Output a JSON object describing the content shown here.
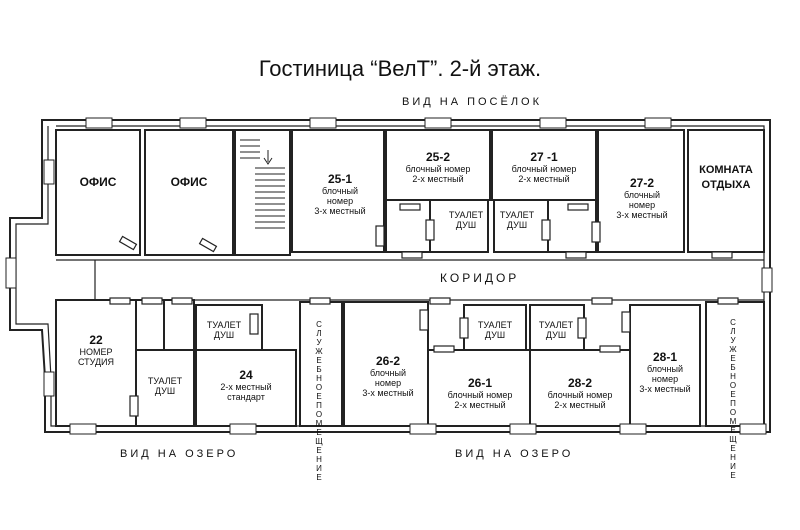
{
  "title": "Гостиница “ВелТ”. 2-й этаж.",
  "view_top": "ВИД НА ПОСЁЛОК",
  "view_bottom_left": "ВИД НА ОЗЕРО",
  "view_bottom_right": "ВИД НА ОЗЕРО",
  "corridor": "КОРИДОР",
  "rooms": {
    "office1": "ОФИС",
    "office2": "ОФИС",
    "r25_1": {
      "num": "25-1",
      "d1": "блочный",
      "d2": "номер",
      "d3": "3-х местный"
    },
    "r25_2": {
      "num": "25-2",
      "d1": "блочный номер",
      "d2": "2-х местный"
    },
    "r27_1": {
      "num": "27 -1",
      "d1": "блочный номер",
      "d2": "2-х местный"
    },
    "r27_2": {
      "num": "27-2",
      "d1": "блочный",
      "d2": "номер",
      "d3": "3-х местный"
    },
    "rest1": "КОМНАТА",
    "rest2": "ОТДЫХА",
    "wc_top1_a": "ТУАЛЕТ",
    "wc_top1_b": "ДУШ",
    "wc_top2_a": "ТУАЛЕТ",
    "wc_top2_b": "ДУШ",
    "r22": {
      "num": "22",
      "d1": "НОМЕР",
      "d2": "СТУДИЯ"
    },
    "wc_22_a": "ТУАЛЕТ",
    "wc_22_b": "ДУШ",
    "wc_24_a": "ТУАЛЕТ",
    "wc_24_b": "ДУШ",
    "r24": {
      "num": "24",
      "d1": "2-х местный",
      "d2": "стандарт"
    },
    "service1": "СЛУЖЕБНОЕ ПОМЕЩЕНИЕ",
    "r26_2": {
      "num": "26-2",
      "d1": "блочный",
      "d2": "номер",
      "d3": "3-х местный"
    },
    "wc_26_a": "ТУАЛЕТ",
    "wc_26_b": "ДУШ",
    "r26_1": {
      "num": "26-1",
      "d1": "блочный номер",
      "d2": "2-х местный"
    },
    "wc_28_a": "ТУАЛЕТ",
    "wc_28_b": "ДУШ",
    "r28_2": {
      "num": "28-2",
      "d1": "блочный номер",
      "d2": "2-х местный"
    },
    "r28_1": {
      "num": "28-1",
      "d1": "блочный",
      "d2": "номер",
      "d3": "3-х местный"
    },
    "service2": "СЛУЖЕБНОЕ ПОМЕЩЕНИЕ"
  }
}
